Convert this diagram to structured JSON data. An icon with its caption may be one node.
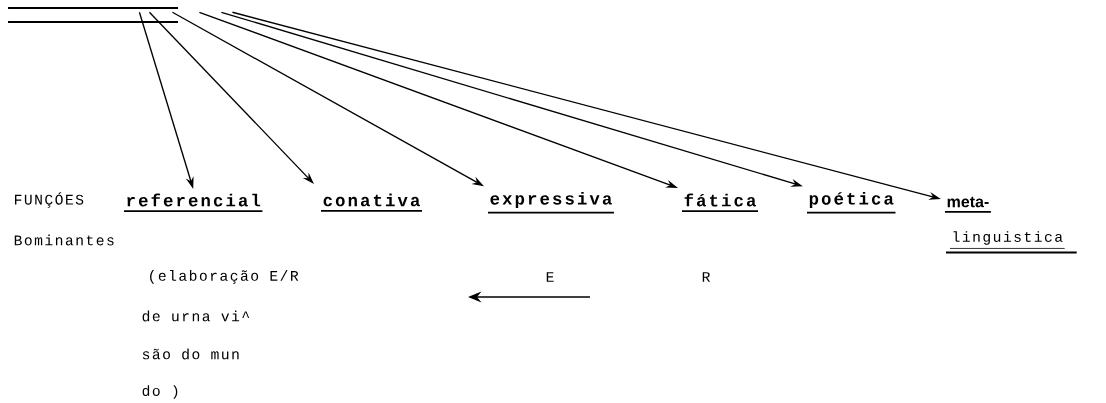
{
  "diagram": {
    "nodes": [
      {
        "text": [],
        "shape": "bar"
      },
      {
        "text": [
          "referencial"
        ]
      },
      {
        "text": [
          "conativa"
        ]
      },
      {
        "text": [
          "expressiva"
        ]
      },
      {
        "text": [
          "fática"
        ]
      },
      {
        "text": [
          "poética"
        ]
      },
      {
        "text": [
          "meta-",
          "linguistica"
        ]
      }
    ],
    "edges": [
      {
        "from": 0,
        "to": 1,
        "arrow": "to"
      },
      {
        "from": 0,
        "to": 2,
        "arrow": "to"
      },
      {
        "from": 0,
        "to": 3,
        "arrow": "to"
      },
      {
        "from": 0,
        "to": 4,
        "arrow": "to"
      },
      {
        "from": 0,
        "to": 5,
        "arrow": "to"
      },
      {
        "from": 0,
        "to": 6,
        "arrow": "to"
      }
    ],
    "labels": [
      "FUNÇÓES",
      "Bominantes",
      "(elaboração E/R",
      "E",
      "R",
      "de urna vi^",
      "são do mun",
      "do )"
    ]
  }
}
